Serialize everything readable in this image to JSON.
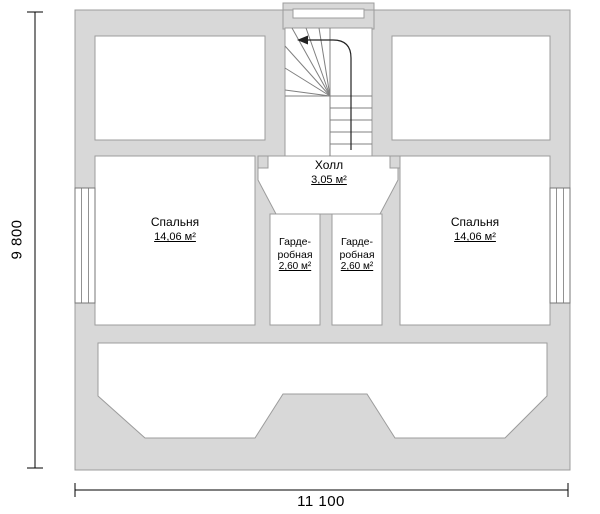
{
  "plan": {
    "rooms": {
      "bedroom_left": {
        "name": "Спальня",
        "area": "14,06 м²"
      },
      "bedroom_right": {
        "name": "Спальня",
        "area": "14,06 м²"
      },
      "hall": {
        "name": "Холл",
        "area": "3,05 м²"
      },
      "wardrobe_left": {
        "name_line1": "Гарде-",
        "name_line2": "робная",
        "area": "2,60 м²"
      },
      "wardrobe_right": {
        "name_line1": "Гарде-",
        "name_line2": "робная",
        "area": "2,60 м²"
      }
    },
    "dimensions": {
      "height_label": "9 800",
      "width_label": "11 100"
    },
    "colors": {
      "wall_fill": "#d8d8d8",
      "wall_outline": "#9c9c9c",
      "background": "#ffffff",
      "dimension_line": "#000000"
    }
  }
}
